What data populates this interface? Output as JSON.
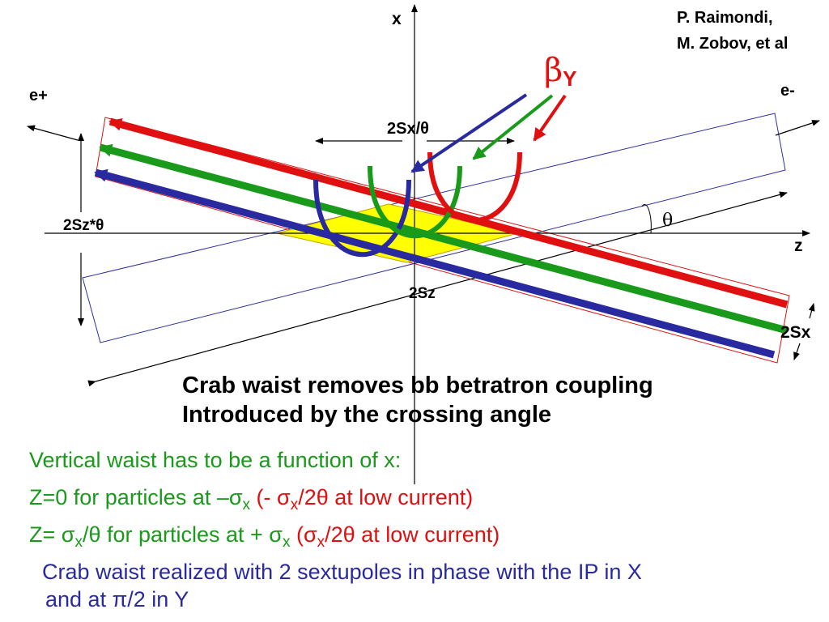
{
  "credit": [
    "P. Raimondi,",
    "M. Zobov, et al"
  ],
  "axes": {
    "x": "x",
    "z": "z"
  },
  "beams": {
    "positron": "e+",
    "electron": "e-"
  },
  "labels": {
    "beta_main": "β",
    "beta_sub": "Y",
    "two_sx_theta": "2Sx/θ",
    "two_sz_theta": "2Sz*θ",
    "theta": "θ",
    "two_sz": "2Sz",
    "two_sx": "2Sx"
  },
  "caption": [
    "Crab waist removes bb betratron coupling",
    "Introduced by the crossing angle"
  ],
  "notes": {
    "line1": "Vertical waist has to be a function of x:",
    "line2": {
      "a": "Z=0 for particles at –σ",
      "a_sub": "x",
      "b": " (- σ",
      "b_sub": "x",
      "c": "/2θ at low current)"
    },
    "line3": {
      "a": "Z= σ",
      "a_sub": "x",
      "a2": "/θ for particles at + σ",
      "a2_sub": "x",
      "b": " (σ",
      "b_sub": "x",
      "c": "/2θ at low current)"
    },
    "line4": "Crab waist realized with 2 sextupoles in phase with the IP in X",
    "line5": "and at π/2 in Y"
  },
  "colors": {
    "red": "#e01010",
    "green": "#1a9a1a",
    "blue": "#2a2aa0",
    "yellow": "#ffff00"
  }
}
